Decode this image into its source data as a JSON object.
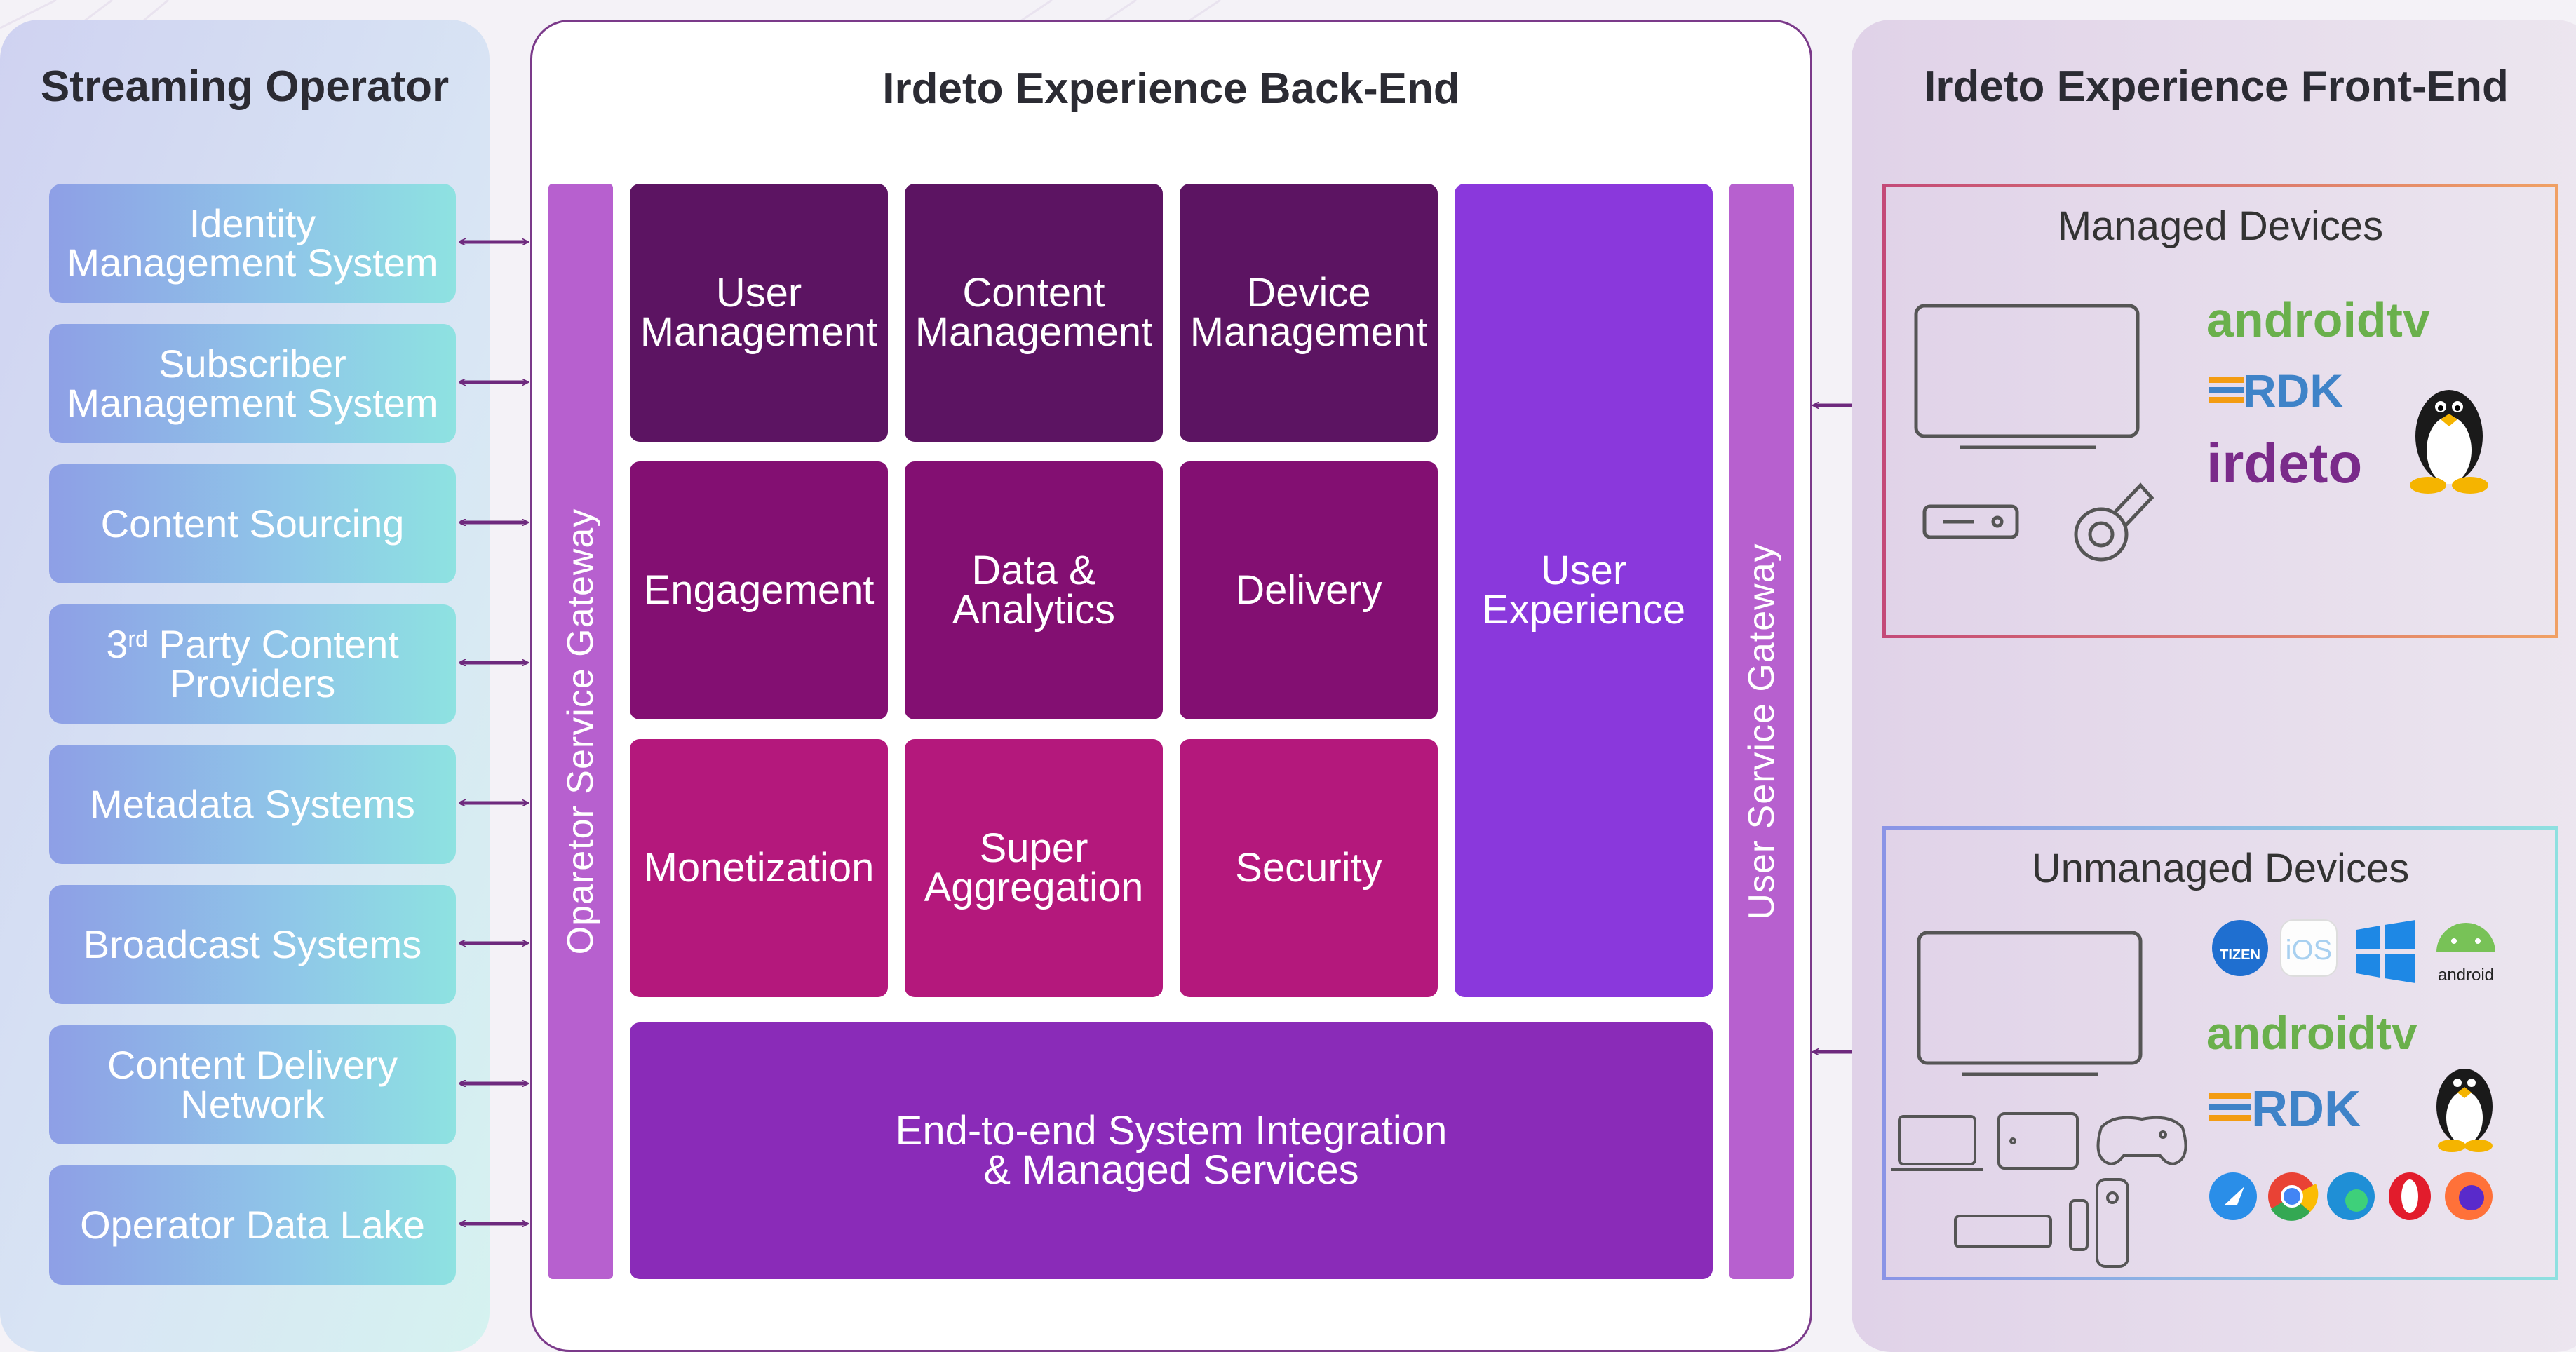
{
  "panels": {
    "left": {
      "title": "Streaming Operator"
    },
    "center": {
      "title": "Irdeto Experience Back-End"
    },
    "right": {
      "title": "Irdeto Experience Front-End"
    }
  },
  "operator_systems": [
    {
      "line1": "Identity",
      "line2": "Management System"
    },
    {
      "line1": "Subscriber",
      "line2": "Management System"
    },
    {
      "line1": "Content Sourcing",
      "line2": ""
    },
    {
      "line1": "3",
      "sup": "rd",
      "line1b": " Party Content",
      "line2": "Providers"
    },
    {
      "line1": "Metadata Systems",
      "line2": ""
    },
    {
      "line1": "Broadcast Systems",
      "line2": ""
    },
    {
      "line1": "Content Delivery",
      "line2": "Network"
    },
    {
      "line1": "Operator Data Lake",
      "line2": ""
    }
  ],
  "gateways": {
    "operator": "Oparetor Service Gateway",
    "user": "User Service Gateway"
  },
  "modules": [
    {
      "line1": "User",
      "line2": "Management"
    },
    {
      "line1": "Content",
      "line2": "Management"
    },
    {
      "line1": "Device",
      "line2": "Management"
    },
    {
      "line1": "Engagement",
      "line2": ""
    },
    {
      "line1": "Data &",
      "line2": "Analytics"
    },
    {
      "line1": "Delivery",
      "line2": ""
    },
    {
      "line1": "Monetization",
      "line2": ""
    },
    {
      "line1": "Super",
      "line2": "Aggregation"
    },
    {
      "line1": "Security",
      "line2": ""
    }
  ],
  "user_experience": {
    "line1": "User",
    "line2": "Experience"
  },
  "integration": {
    "line1": "End-to-end System Integration",
    "line2": "& Managed Services"
  },
  "managed_devices": {
    "title": "Managed Devices",
    "logos": [
      "androidtv",
      "RDK",
      "irdeto"
    ]
  },
  "unmanaged_devices": {
    "title": "Unmanaged Devices",
    "logos": [
      "TIZEN",
      "iOS",
      "android",
      "androidtv",
      "RDK"
    ]
  },
  "colors": {
    "row1": "#5c1462",
    "row2": "#830f72",
    "row3": "#b4187c",
    "user_experience": "#8a38dc",
    "integration": "#8a2bb8",
    "gateway": "#b760cf",
    "arrow": "#6e2a7e",
    "androidtv_green": "#6ab04c",
    "rdk_orange": "#f39c12",
    "rdk_blue": "#3f83c8",
    "irdeto_purple": "#7a2b8a"
  }
}
